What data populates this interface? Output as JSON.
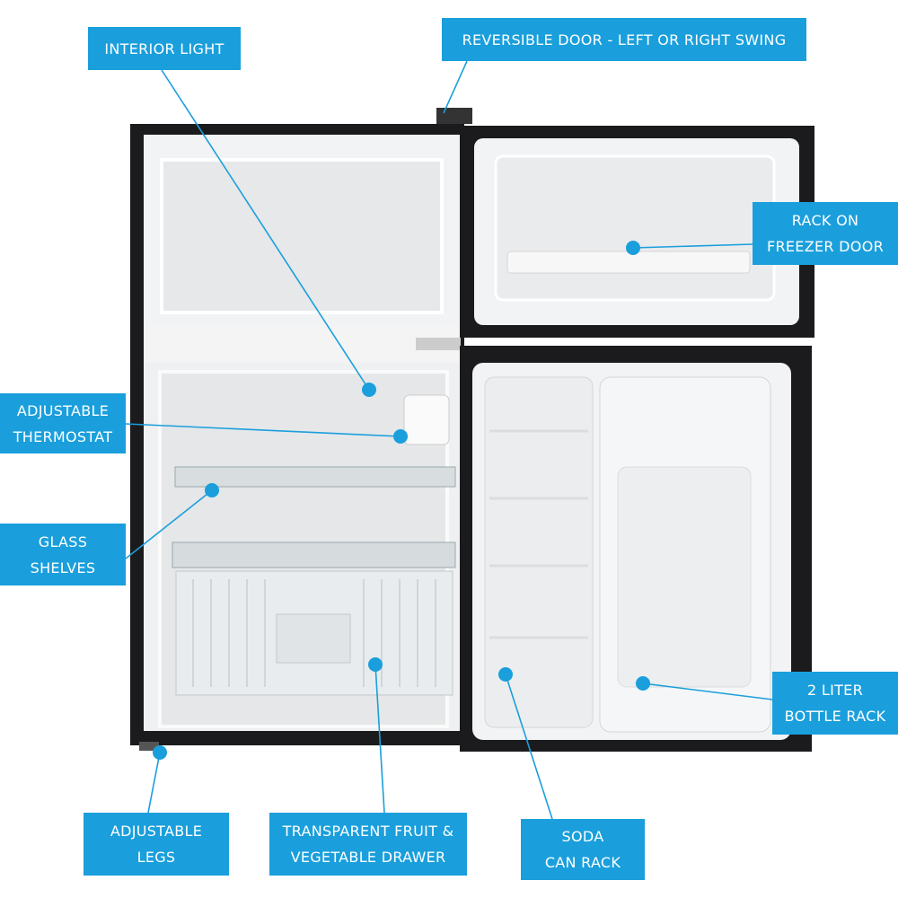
{
  "accent_color": "#1a9fdc",
  "labels": {
    "interior_light": {
      "lines": [
        "INTERIOR LIGHT"
      ]
    },
    "reversible_door": {
      "lines": [
        "REVERSIBLE DOOR - LEFT OR RIGHT SWING"
      ]
    },
    "freezer_rack": {
      "lines": [
        "RACK ON",
        "FREEZER DOOR"
      ]
    },
    "thermostat": {
      "lines": [
        "ADJUSTABLE",
        "THERMOSTAT"
      ]
    },
    "glass_shelves": {
      "lines": [
        "GLASS",
        "SHELVES"
      ]
    },
    "legs": {
      "lines": [
        "ADJUSTABLE",
        "LEGS"
      ]
    },
    "drawer": {
      "lines": [
        "TRANSPARENT FRUIT &",
        "VEGETABLE DRAWER"
      ]
    },
    "soda_rack": {
      "lines": [
        "SODA",
        "CAN RACK"
      ]
    },
    "bottle_rack": {
      "lines": [
        "2 LITER",
        "BOTTLE RACK"
      ]
    }
  }
}
